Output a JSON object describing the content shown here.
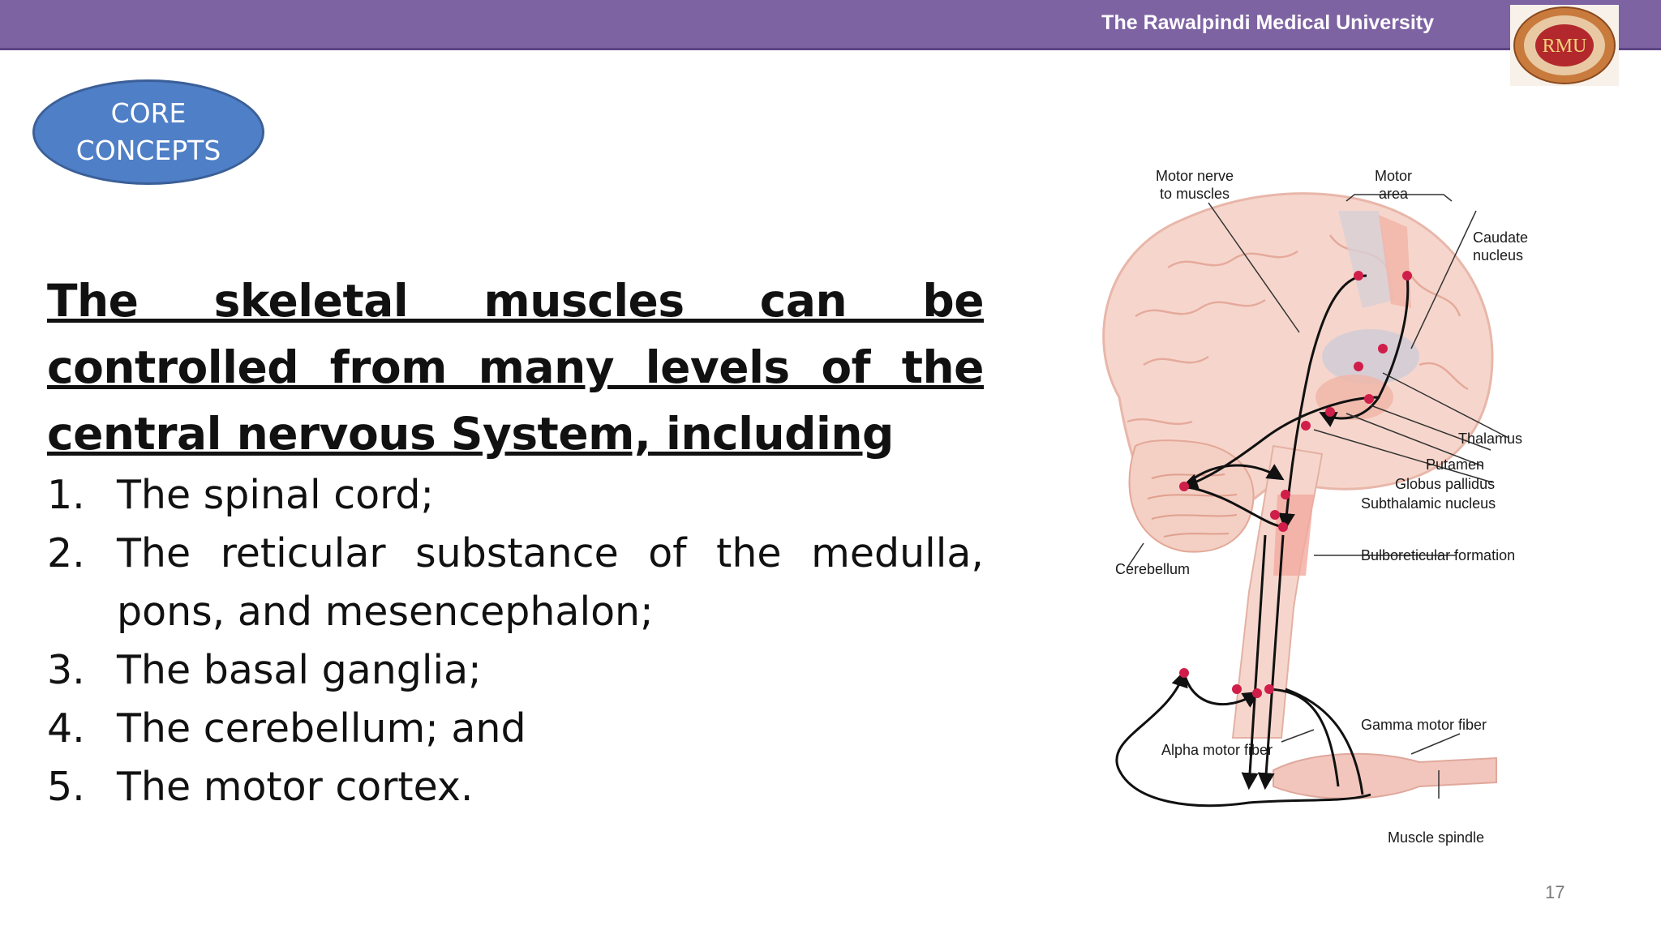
{
  "header": {
    "university": "The Rawalpindi Medical University",
    "bar_color": "#7e63a3"
  },
  "logo": {
    "icon": "rmu-seal-logo",
    "text": "RMU"
  },
  "badge": {
    "line1": "CORE",
    "line2": "CONCEPTS",
    "color": "#4f7fc6"
  },
  "heading": "The skeletal muscles can be controlled from many levels of the central nervous System, including",
  "levels": [
    {
      "num": "1.",
      "text": "The spinal cord;"
    },
    {
      "num": "2.",
      "text": "The reticular substance of the medulla, pons, and mesencephalon;"
    },
    {
      "num": "3.",
      "text": "The basal ganglia;"
    },
    {
      "num": "4.",
      "text": "The cerebellum; and"
    },
    {
      "num": "5.",
      "text": "The motor cortex."
    }
  ],
  "diagram": {
    "labels": {
      "motor_nerve_1": "Motor nerve",
      "motor_nerve_2": "to muscles",
      "motor_area_1": "Motor",
      "motor_area_2": "area",
      "caudate_1": "Caudate",
      "caudate_2": "nucleus",
      "thalamus": "Thalamus",
      "putamen": "Putamen",
      "globus": "Globus pallidus",
      "subthalamic": "Subthalamic nucleus",
      "cerebellum": "Cerebellum",
      "bulboreticular": "Bulboreticular formation",
      "gamma": "Gamma motor fiber",
      "alpha": "Alpha motor fiber",
      "spindle": "Muscle spindle"
    }
  },
  "page_number": "17"
}
